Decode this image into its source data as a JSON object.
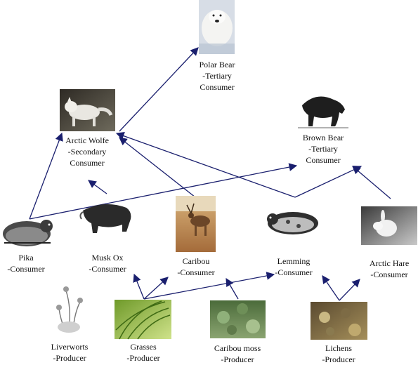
{
  "organisms": [
    {
      "id": "polar_bear",
      "lines": [
        "Polar Bear",
        "-Tertiary",
        "Consumer"
      ],
      "icon": "polar-bear-photo"
    },
    {
      "id": "arctic_wolf",
      "lines": [
        "Arctic Wolfe",
        "-Secondary",
        "Consumer"
      ],
      "icon": "arctic-wolf-photo"
    },
    {
      "id": "brown_bear",
      "lines": [
        "Brown Bear",
        "-Tertiary",
        "Consumer"
      ],
      "icon": "brown-bear-drawing"
    },
    {
      "id": "pika",
      "lines": [
        "Pika",
        "-Consumer"
      ],
      "icon": "pika-drawing"
    },
    {
      "id": "musk_ox",
      "lines": [
        "Musk Ox",
        "-Consumer"
      ],
      "icon": "musk-ox-drawing"
    },
    {
      "id": "caribou",
      "lines": [
        "Caribou",
        "-Consumer"
      ],
      "icon": "caribou-photo"
    },
    {
      "id": "lemming",
      "lines": [
        "Lemming",
        "-Consumer"
      ],
      "icon": "lemming-drawing"
    },
    {
      "id": "arctic_hare",
      "lines": [
        "Arctic Hare",
        "-Consumer"
      ],
      "icon": "arctic-hare-photo"
    },
    {
      "id": "liverworts",
      "lines": [
        "Liverworts",
        "-Producer"
      ],
      "icon": "liverworts-drawing"
    },
    {
      "id": "grasses",
      "lines": [
        "Grasses",
        "-Producer"
      ],
      "icon": "grasses-photo"
    },
    {
      "id": "caribou_moss",
      "lines": [
        "Caribou moss",
        "-Producer"
      ],
      "icon": "caribou-moss-photo"
    },
    {
      "id": "lichens",
      "lines": [
        "Lichens",
        "-Producer"
      ],
      "icon": "lichens-photo"
    }
  ],
  "arrows": [
    {
      "from": "arctic_wolf",
      "to": "polar_bear"
    },
    {
      "from": "pika",
      "to": "arctic_wolf"
    },
    {
      "from": "musk_ox",
      "to": "arctic_wolf"
    },
    {
      "from": "caribou",
      "to": "arctic_wolf"
    },
    {
      "from": "lemming",
      "to": "arctic_wolf"
    },
    {
      "from": "pika",
      "to": "brown_bear"
    },
    {
      "from": "lemming",
      "to": "brown_bear"
    },
    {
      "from": "arctic_hare",
      "to": "brown_bear"
    },
    {
      "from": "grasses",
      "to": "musk_ox"
    },
    {
      "from": "grasses",
      "to": "caribou"
    },
    {
      "from": "grasses",
      "to": "lemming"
    },
    {
      "from": "caribou_moss",
      "to": "caribou"
    },
    {
      "from": "lichens",
      "to": "lemming"
    },
    {
      "from": "lichens",
      "to": "arctic_hare"
    }
  ],
  "colors": {
    "arrow": "#1a1f6e",
    "text": "#111111"
  }
}
